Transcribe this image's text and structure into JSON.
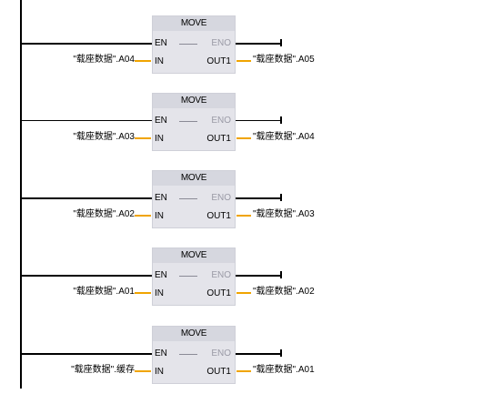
{
  "rungs": [
    {
      "block_title": "MOVE",
      "en": "EN",
      "eno": "ENO",
      "in": "IN",
      "out1": "OUT1",
      "input_operand": "\"载座数据\".A04",
      "output_operand": "\"载座数据\".A05"
    },
    {
      "block_title": "MOVE",
      "en": "EN",
      "eno": "ENO",
      "in": "IN",
      "out1": "OUT1",
      "input_operand": "\"载座数据\".A03",
      "output_operand": "\"载座数据\".A04"
    },
    {
      "block_title": "MOVE",
      "en": "EN",
      "eno": "ENO",
      "in": "IN",
      "out1": "OUT1",
      "input_operand": "\"载座数据\".A02",
      "output_operand": "\"载座数据\".A03"
    },
    {
      "block_title": "MOVE",
      "en": "EN",
      "eno": "ENO",
      "in": "IN",
      "out1": "OUT1",
      "input_operand": "\"载座数据\".A01",
      "output_operand": "\"载座数据\".A02"
    },
    {
      "block_title": "MOVE",
      "en": "EN",
      "eno": "ENO",
      "in": "IN",
      "out1": "OUT1",
      "input_operand": "\"载座数据\".缓存",
      "output_operand": "\"载座数据\".A01"
    }
  ],
  "colors": {
    "operand_wire": "#f0a400",
    "block_fill": "#e4e4ea",
    "eno_text": "#9a9aa6"
  }
}
